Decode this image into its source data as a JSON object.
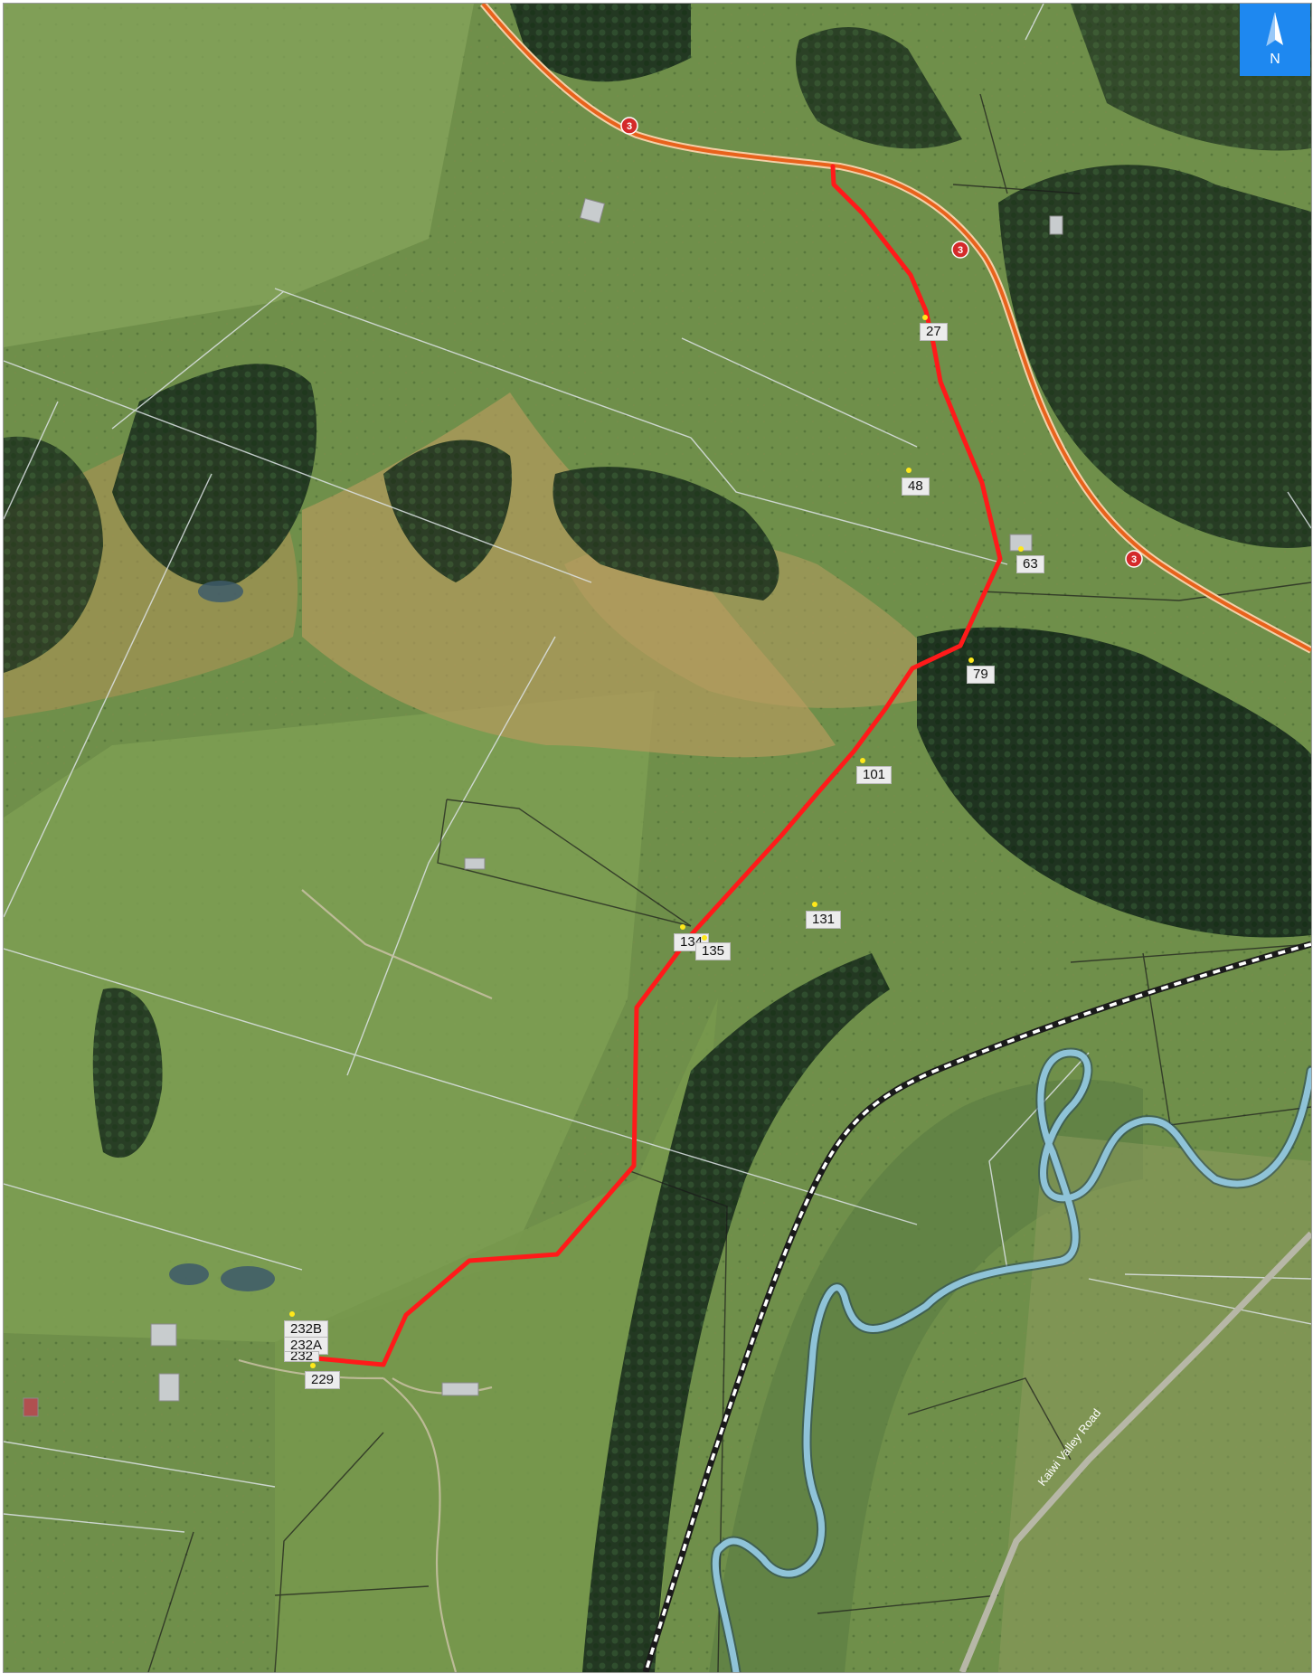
{
  "map": {
    "north_label": "N",
    "state_highway_number": "3",
    "road_names": [
      "Kaiwi Valley Road"
    ],
    "address_labels": [
      "27",
      "48",
      "63",
      "79",
      "101",
      "131",
      "134",
      "135",
      "232B",
      "232A",
      "232",
      "229"
    ],
    "icons": [
      "north-arrow-icon",
      "state-highway-shield-icon"
    ],
    "colors": {
      "route": "#ff1a1a",
      "state_highway": "#e8621c",
      "river": "#8fc3d8",
      "railway": "#ffffff",
      "address_marker": "#ffe81a",
      "north_arrow_bg": "#1e88f0"
    }
  }
}
